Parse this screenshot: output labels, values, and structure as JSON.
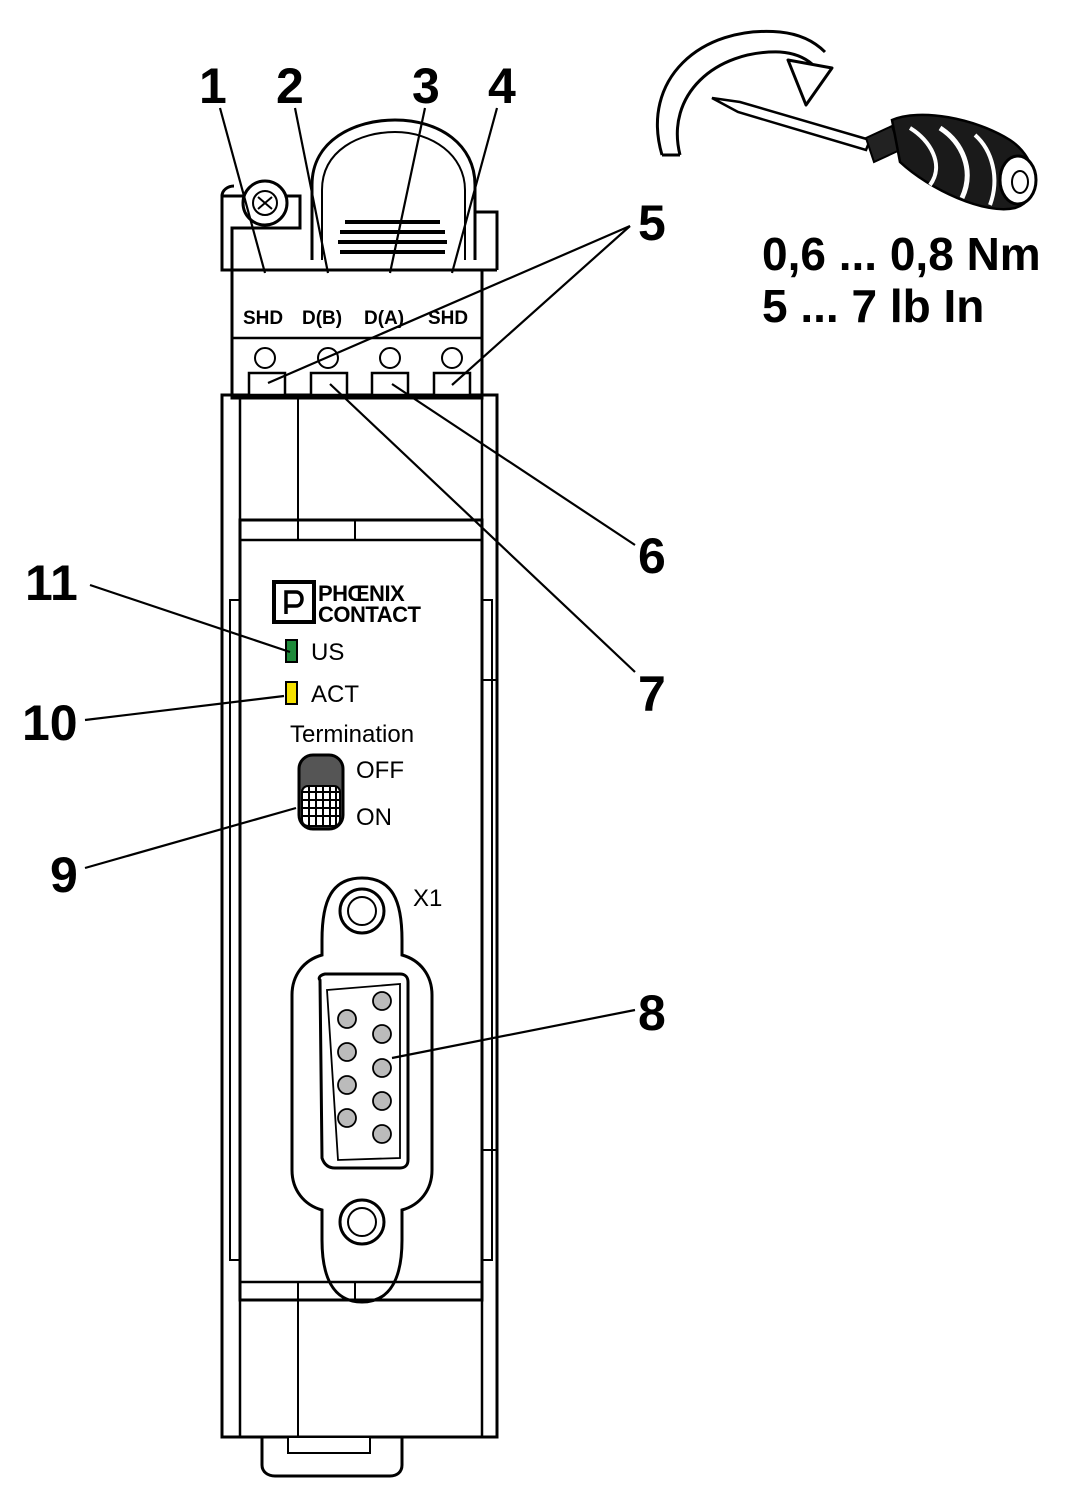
{
  "torque": {
    "nm": "0,6 ... 0,8 Nm",
    "lbin": "5 ... 7 lb In"
  },
  "terminals": [
    "SHD",
    "D(B)",
    "D(A)",
    "SHD"
  ],
  "brand": {
    "line1": "PHŒNIX",
    "line2": "CONTACT"
  },
  "leds": {
    "us": "US",
    "act": "ACT",
    "us_color": "#1e8a3a",
    "act_color": "#f5e000"
  },
  "termination": {
    "title": "Termination",
    "off": "OFF",
    "on": "ON"
  },
  "connector": {
    "label": "X1"
  },
  "callouts": [
    "1",
    "2",
    "3",
    "4",
    "5",
    "6",
    "7",
    "8",
    "9",
    "10",
    "11"
  ]
}
